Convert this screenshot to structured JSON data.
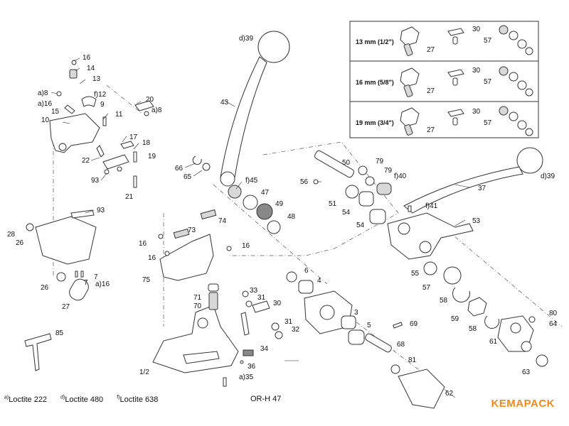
{
  "legend": [
    {
      "sup": "a)",
      "text": "Loctite 222"
    },
    {
      "sup": "d)",
      "text": "Loctite 480"
    },
    {
      "sup": "f)",
      "text": "Loctite 638"
    }
  ],
  "model": "OR-H 47",
  "brand": "KEMAPACK",
  "inset_rows": [
    "13 mm (1/2\")",
    "16 mm (5/8\")",
    "19 mm (3/4\")"
  ],
  "part_labels": {
    "p16a": "16",
    "p14": "14",
    "p13": "13",
    "p12": "f)12",
    "p8a": "a)8",
    "p16b": "a)16",
    "p9": "9",
    "p15": "15",
    "p20": "20",
    "p8b": "a)8",
    "p11": "11",
    "p10": "10",
    "p17": "17",
    "p18": "18",
    "p19": "19",
    "p22": "22",
    "p93a": "93",
    "p21": "21",
    "p93b": "93",
    "p28": "28",
    "p26a": "26",
    "p26b": "26",
    "p7a": "7",
    "p7b": "7",
    "p16c": "a)16",
    "p27a": "27",
    "p85": "85",
    "p39a": "d)39",
    "p43": "43",
    "p66": "66",
    "p65": "65",
    "p45": "f)45",
    "p47": "47",
    "p49": "49",
    "p48": "48",
    "p50": "50",
    "p56": "56",
    "p51": "51",
    "p54a": "54",
    "p54b": "54",
    "p79a": "79",
    "p79b": "79",
    "p40": "f)40",
    "p37": "37",
    "p39b": "d)39",
    "p41": "f)41",
    "p53": "53",
    "p55": "55",
    "p57a": "57",
    "p58a": "58",
    "p59": "59",
    "p58b": "58",
    "p80": "80",
    "p64": "64",
    "p61": "61",
    "p63": "63",
    "p16d": "16",
    "p73": "73",
    "p74": "74",
    "p16e": "16",
    "p16f": "16",
    "p75": "75",
    "p6": "6",
    "p4": "4",
    "p71": "71",
    "p70": "70",
    "p33": "33",
    "p31a": "31",
    "p30a": "30",
    "p31b": "31",
    "p32": "32",
    "p3": "3",
    "p5": "5",
    "p69": "69",
    "p68": "68",
    "p81": "81",
    "p34": "34",
    "p36": "36",
    "p35": "a)35",
    "p12b": "1/2",
    "p62": "62",
    "i27a": "27",
    "i30a": "30",
    "i57a": "57",
    "i27b": "27",
    "i30b": "30",
    "i57b": "57",
    "i27c": "27",
    "i30c": "30",
    "i57c": "57"
  }
}
